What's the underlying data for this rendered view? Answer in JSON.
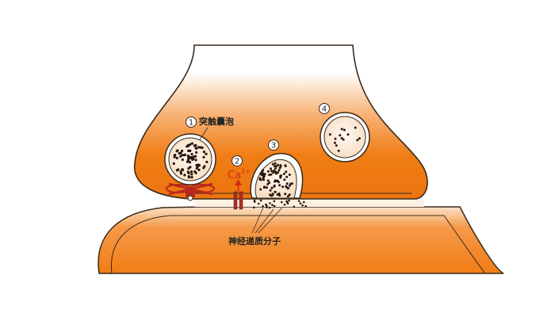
{
  "diagram": {
    "markers": [
      "1",
      "2",
      "3",
      "4"
    ],
    "labels": {
      "vesicle": "突触囊泡",
      "ion": "Ca",
      "ion_charge": "2+",
      "neurotransmitter": "神经递质分子"
    },
    "colors": {
      "cytoplasm_orange": "#f07d14",
      "light_fill": "#fbe6d2",
      "outline": "#3a2a1a",
      "calcium": "#d42a1a",
      "receptor": "#b8281e",
      "dot": "#2a160a"
    }
  }
}
